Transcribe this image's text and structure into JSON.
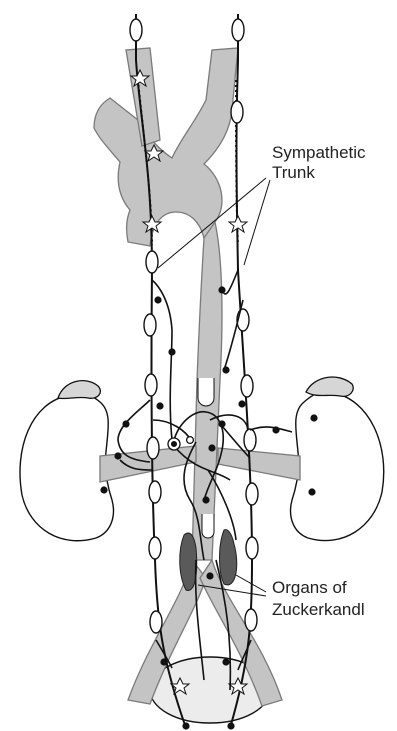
{
  "labels": {
    "sympathetic_trunk": [
      "Sympathetic",
      "Trunk"
    ],
    "organs_of_zuckerkandl": [
      "Organs of",
      "Zuckerkandl"
    ]
  },
  "colors": {
    "vessel_fill": "#c4c4c4",
    "vessel_stroke": "#7a7a7a",
    "nerve": "#111111",
    "ganglion_fill": "#ffffff",
    "organ_fill": "#5a5a5a",
    "kidney_fill": "#ffffff",
    "bladder_fill": "#ececec"
  }
}
